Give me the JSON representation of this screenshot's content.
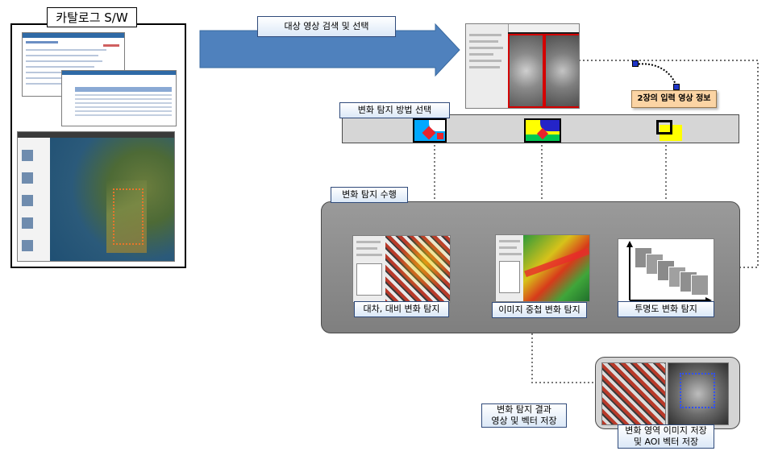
{
  "catalog": {
    "title": "카탈로그 S/W"
  },
  "arrow_main": {
    "label": "대상 영상 검색 및 선택"
  },
  "input_info": {
    "label": "2장의 입력 영상 정보"
  },
  "method": {
    "label": "변화 탐지 방법 선택"
  },
  "execute": {
    "label": "변화 탐지 수행",
    "items": [
      {
        "label": "대차, 대비 변화 탐지"
      },
      {
        "label": "이미지 중첩 변화 탐지"
      },
      {
        "label": "투명도 변화 탐지"
      }
    ]
  },
  "result": {
    "line1": "변화 탐지 결과",
    "line2": "영상 및 벡터 저장"
  },
  "save": {
    "line1": "변화 영역 이미지 저장",
    "line2": "및 AOI 벡터 저장"
  },
  "colors": {
    "arrow_blue": "#4f81bd",
    "gray_band": "#d6d6d6",
    "panel_dark": "#8c8c8c",
    "info_orange": "#fbd4a4"
  }
}
